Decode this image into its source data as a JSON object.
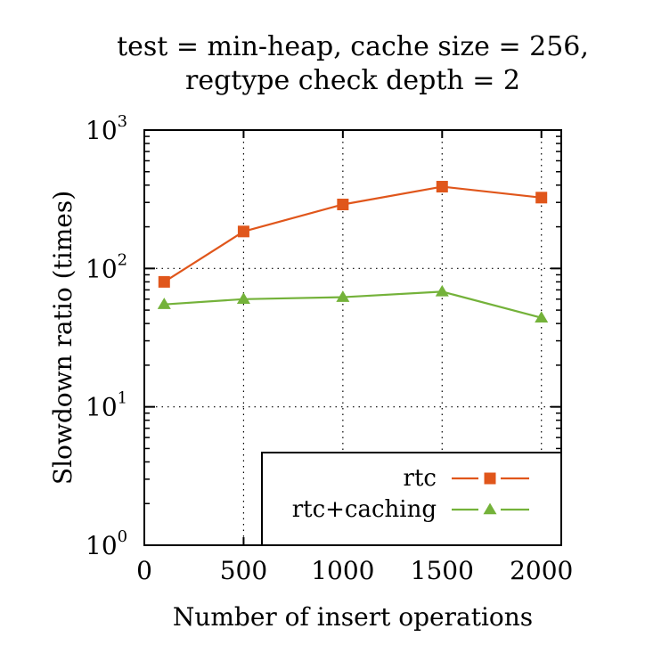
{
  "chart_data": {
    "type": "line",
    "title_lines": [
      "test = min-heap, cache size = 256,",
      "regtype check depth = 2"
    ],
    "xlabel": "Number of insert operations",
    "ylabel": "Slowdown ratio (times)",
    "x_ticks": [
      "0",
      "500",
      "1000",
      "1500",
      "2000"
    ],
    "x_tick_values": [
      0,
      500,
      1000,
      1500,
      2000
    ],
    "y_ticks": [
      {
        "base": "10",
        "exp": "0",
        "value": 1
      },
      {
        "base": "10",
        "exp": "1",
        "value": 10
      },
      {
        "base": "10",
        "exp": "2",
        "value": 100
      },
      {
        "base": "10",
        "exp": "3",
        "value": 1000
      }
    ],
    "xlim": [
      0,
      2100
    ],
    "ylim": [
      1,
      1000
    ],
    "y_scale": "log",
    "grid": "dotted-major",
    "legend_position": "bottom-right",
    "series": [
      {
        "name": "rtc",
        "color": "#e0561b",
        "marker": "square",
        "line": "solid",
        "x": [
          100,
          500,
          1000,
          1500,
          2000
        ],
        "y": [
          80,
          185,
          290,
          390,
          325
        ]
      },
      {
        "name": "rtc+caching",
        "color": "#74b23a",
        "marker": "triangle",
        "line": "solid",
        "x": [
          100,
          500,
          1000,
          1500,
          2000
        ],
        "y": [
          55,
          60,
          62,
          68,
          44
        ]
      }
    ]
  }
}
